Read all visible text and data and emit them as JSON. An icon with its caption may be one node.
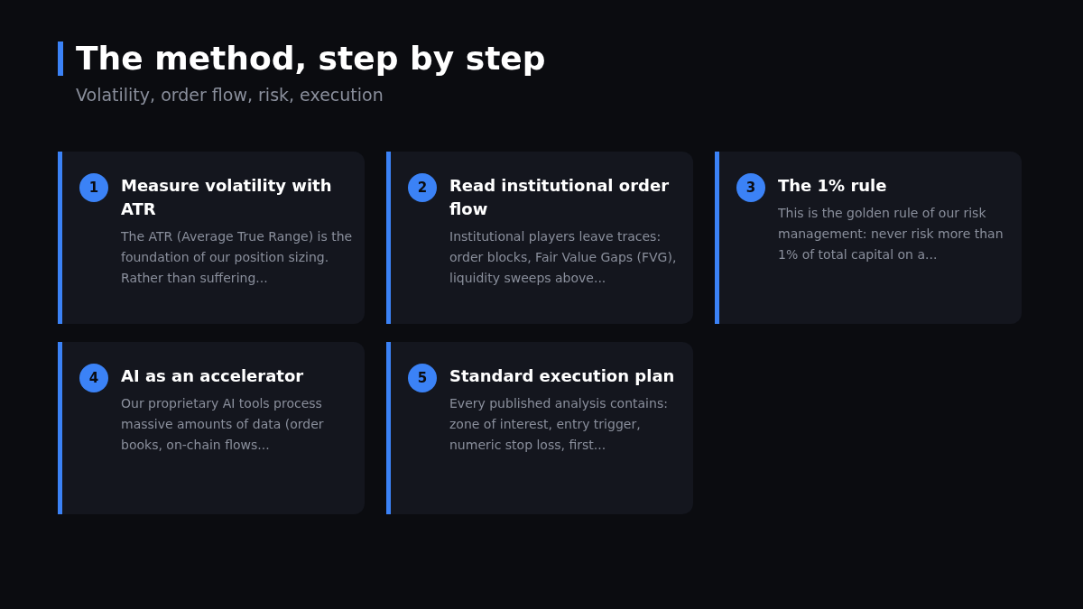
{
  "diagram": {
    "title": "The method, step by step",
    "caption": "Volatility, order flow, risk, execution",
    "nodes": [
      {
        "text": [
          "Measure volatility with ATR",
          "The ATR (Average True Range) is the foundation of our position sizing. Rather than suffering..."
        ]
      },
      {
        "text": [
          "1"
        ],
        "in": 0
      },
      {
        "text": [
          "Read institutional order flow",
          "Institutional players leave traces: order blocks, Fair Value Gaps (FVG), liquidity sweeps above..."
        ]
      },
      {
        "text": [
          "2"
        ],
        "in": 2
      },
      {
        "text": [
          "The 1% rule",
          "This is the golden rule of our risk management: never risk more than 1% of total capital on a..."
        ]
      },
      {
        "text": [
          "3"
        ],
        "in": 4
      },
      {
        "text": [
          "AI as an accelerator",
          "Our proprietary AI tools process massive amounts of data (order books, on-chain flows..."
        ]
      },
      {
        "text": [
          "4"
        ],
        "in": 6
      },
      {
        "text": [
          "Standard execution plan",
          "Every published analysis contains: zone of interest, entry trigger, numeric stop loss, first..."
        ]
      },
      {
        "text": [
          "5"
        ],
        "in": 8
      }
    ],
    "edges": []
  }
}
